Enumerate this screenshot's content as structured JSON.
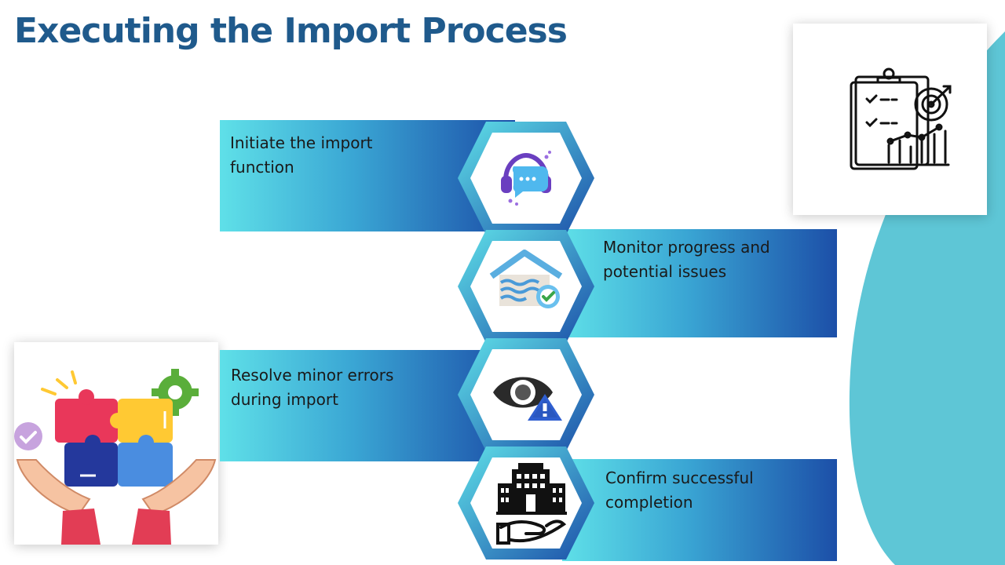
{
  "slide": {
    "title": "Executing the Import Process"
  },
  "steps": [
    {
      "label": "Initiate the import function",
      "icon": "headset-chat-icon"
    },
    {
      "label": "Monitor progress and potential issues",
      "icon": "house-check-icon"
    },
    {
      "label": "Resolve minor errors during import",
      "icon": "eye-warning-icon"
    },
    {
      "label": "Confirm successful completion",
      "icon": "building-hand-icon"
    }
  ],
  "colors": {
    "title": "#1f5a8c",
    "accent_light": "#5fe0e8",
    "accent_dark": "#1c4fa8",
    "blob": "#5ec6d6"
  }
}
